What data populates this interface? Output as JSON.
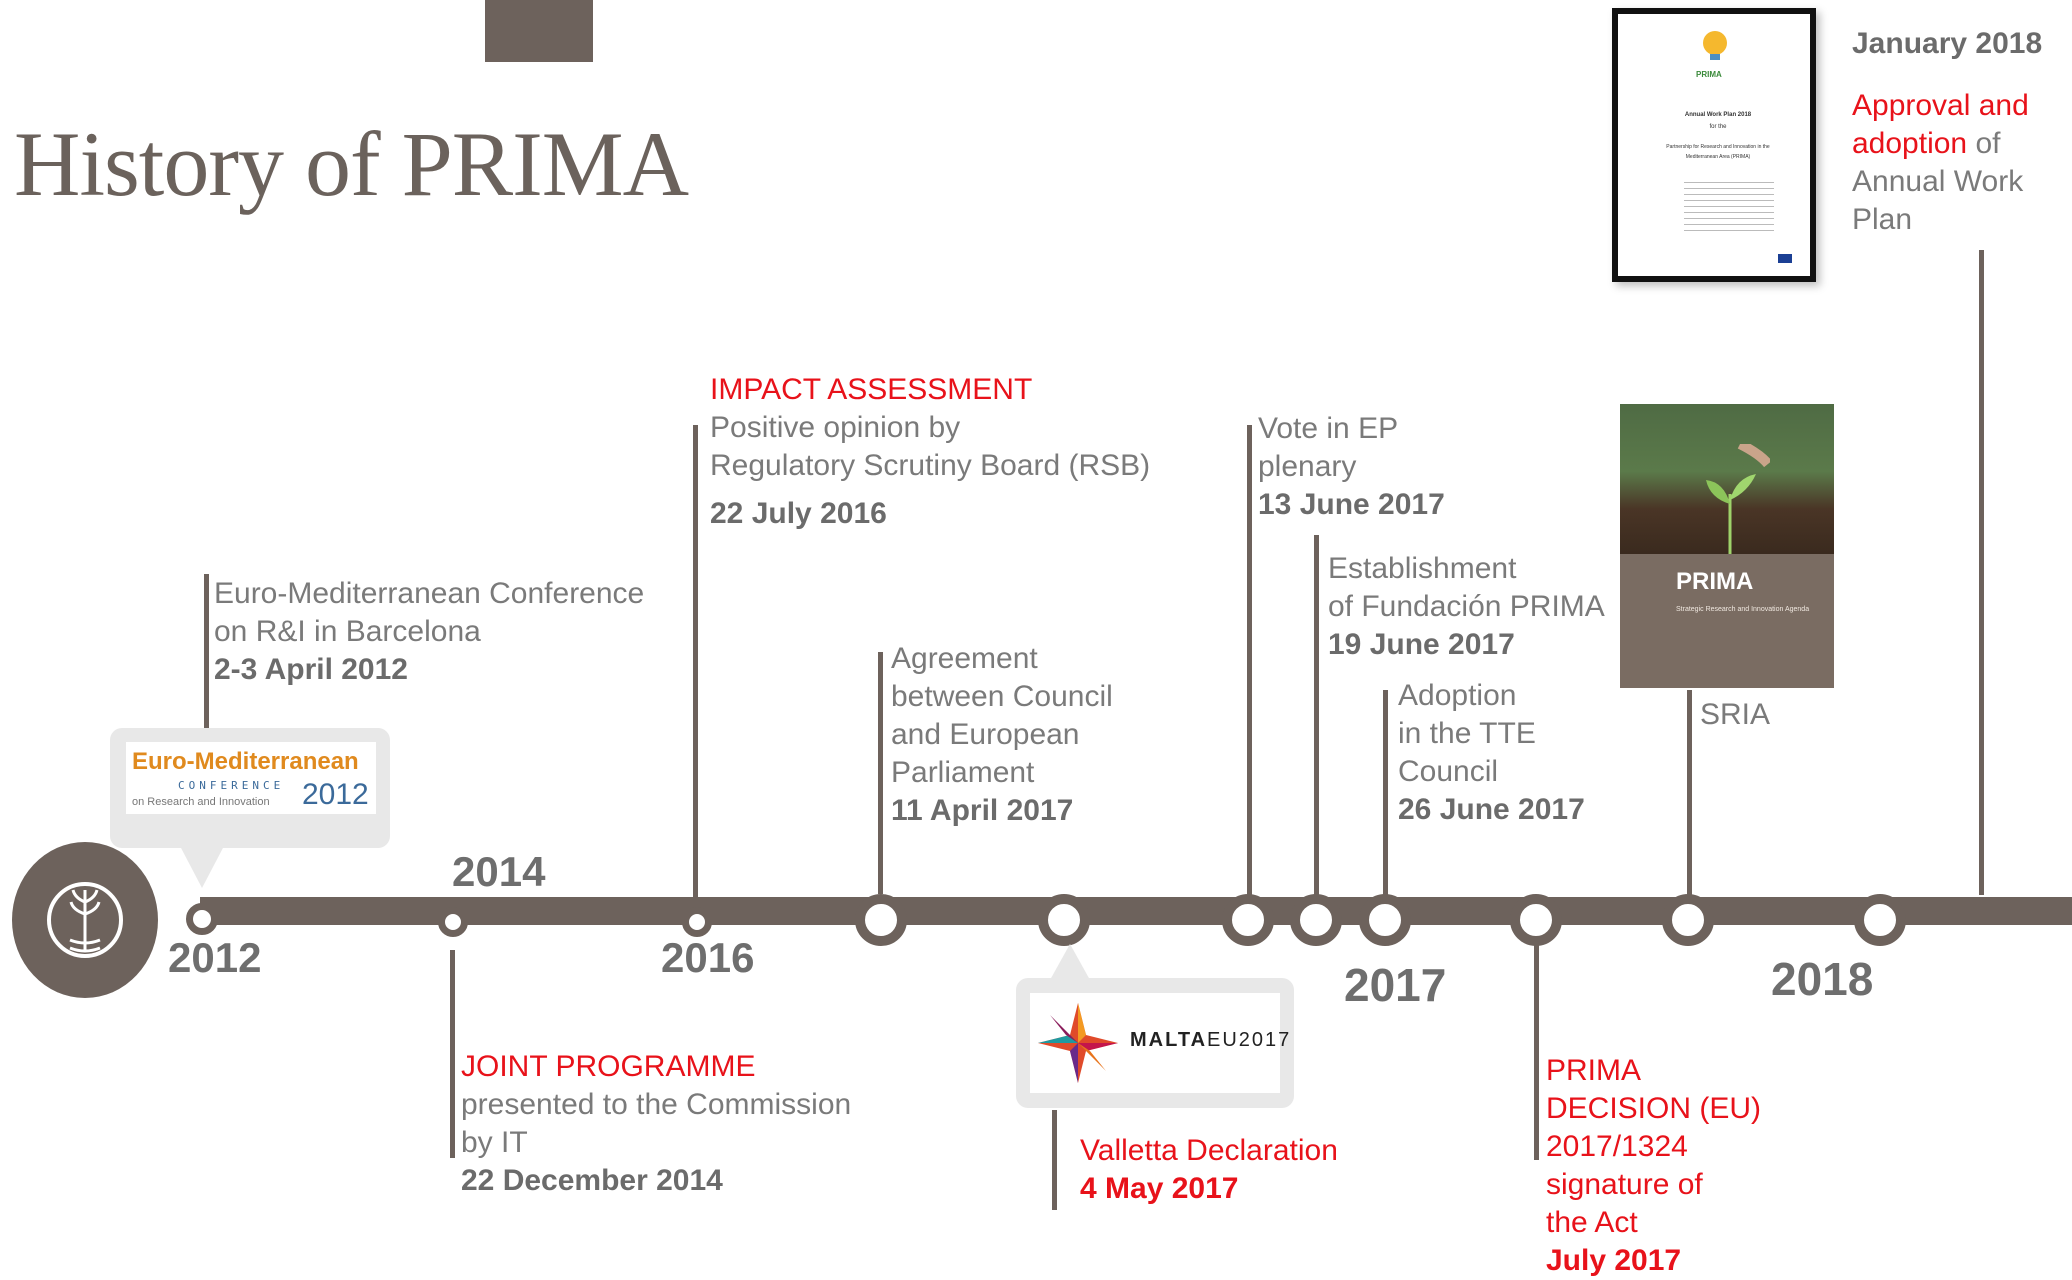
{
  "title": "History of PRIMA",
  "years": {
    "y2012": "2012",
    "y2014": "2014",
    "y2016": "2016",
    "y2017": "2017",
    "y2018": "2018"
  },
  "events": {
    "barcelona": {
      "line1": "Euro-Mediterranean Conference",
      "line2": "on R&I in Barcelona",
      "date": "2-3 April 2012"
    },
    "joint": {
      "heading": "JOINT PROGRAMME",
      "line1": "presented to the  Commission",
      "line2": "by IT",
      "date": "22 December 2014"
    },
    "impact": {
      "heading": "IMPACT ASSESSMENT",
      "line1": "Positive opinion by",
      "line2": "Regulatory Scrutiny Board (RSB)",
      "date": "22 July 2016"
    },
    "agreement": {
      "line1": "Agreement",
      "line2": "between  Council",
      "line3": "and European",
      "line4": "Parliament",
      "date": "11 April 2017"
    },
    "valletta": {
      "heading": "Valletta Declaration",
      "date": "4 May 2017"
    },
    "vote": {
      "line1": "Vote in EP",
      "line2": "plenary",
      "date": "13 June 2017"
    },
    "establishment": {
      "line1": "Establishment",
      "line2": "of Fundación PRIMA",
      "date": "19 June 2017"
    },
    "adoption": {
      "line1": "Adoption",
      "line2": "in the TTE",
      "line3": "Council",
      "date": "26 June 2017"
    },
    "decision": {
      "line1": "PRIMA",
      "line2": "DECISION (EU)",
      "line3": "2017/1324",
      "line4": "signature of",
      "line5": "the Act",
      "date": "July 2017"
    },
    "sria": {
      "label": "SRIA"
    },
    "workplan": {
      "date": "January 2018",
      "red1": "Approval and",
      "red2": "adoption",
      "rest2": " of",
      "line3": "Annual Work",
      "line4": "Plan"
    }
  },
  "logos": {
    "conference": {
      "line1": "Euro-Mediterranean",
      "line2": "CONFERENCE",
      "line3": "on Research and Innovation",
      "year": "2012"
    },
    "malta": {
      "bold": "MALTA",
      "rest": "EU2017"
    },
    "sria_cover": {
      "name": "PRIMA",
      "sub": "Strategic Research and Innovation Agenda"
    },
    "doc_cover": {
      "name": "PRIMA",
      "l1": "Annual Work Plan 2018",
      "l2": "for the",
      "l3": "Partnership for Research and Innovation in the",
      "l4": "Mediterranean Area (PRIMA)"
    }
  },
  "colors": {
    "timeline": "#6d625c",
    "accent_red": "#e8121a",
    "text_gray": "#7a7a7a"
  }
}
